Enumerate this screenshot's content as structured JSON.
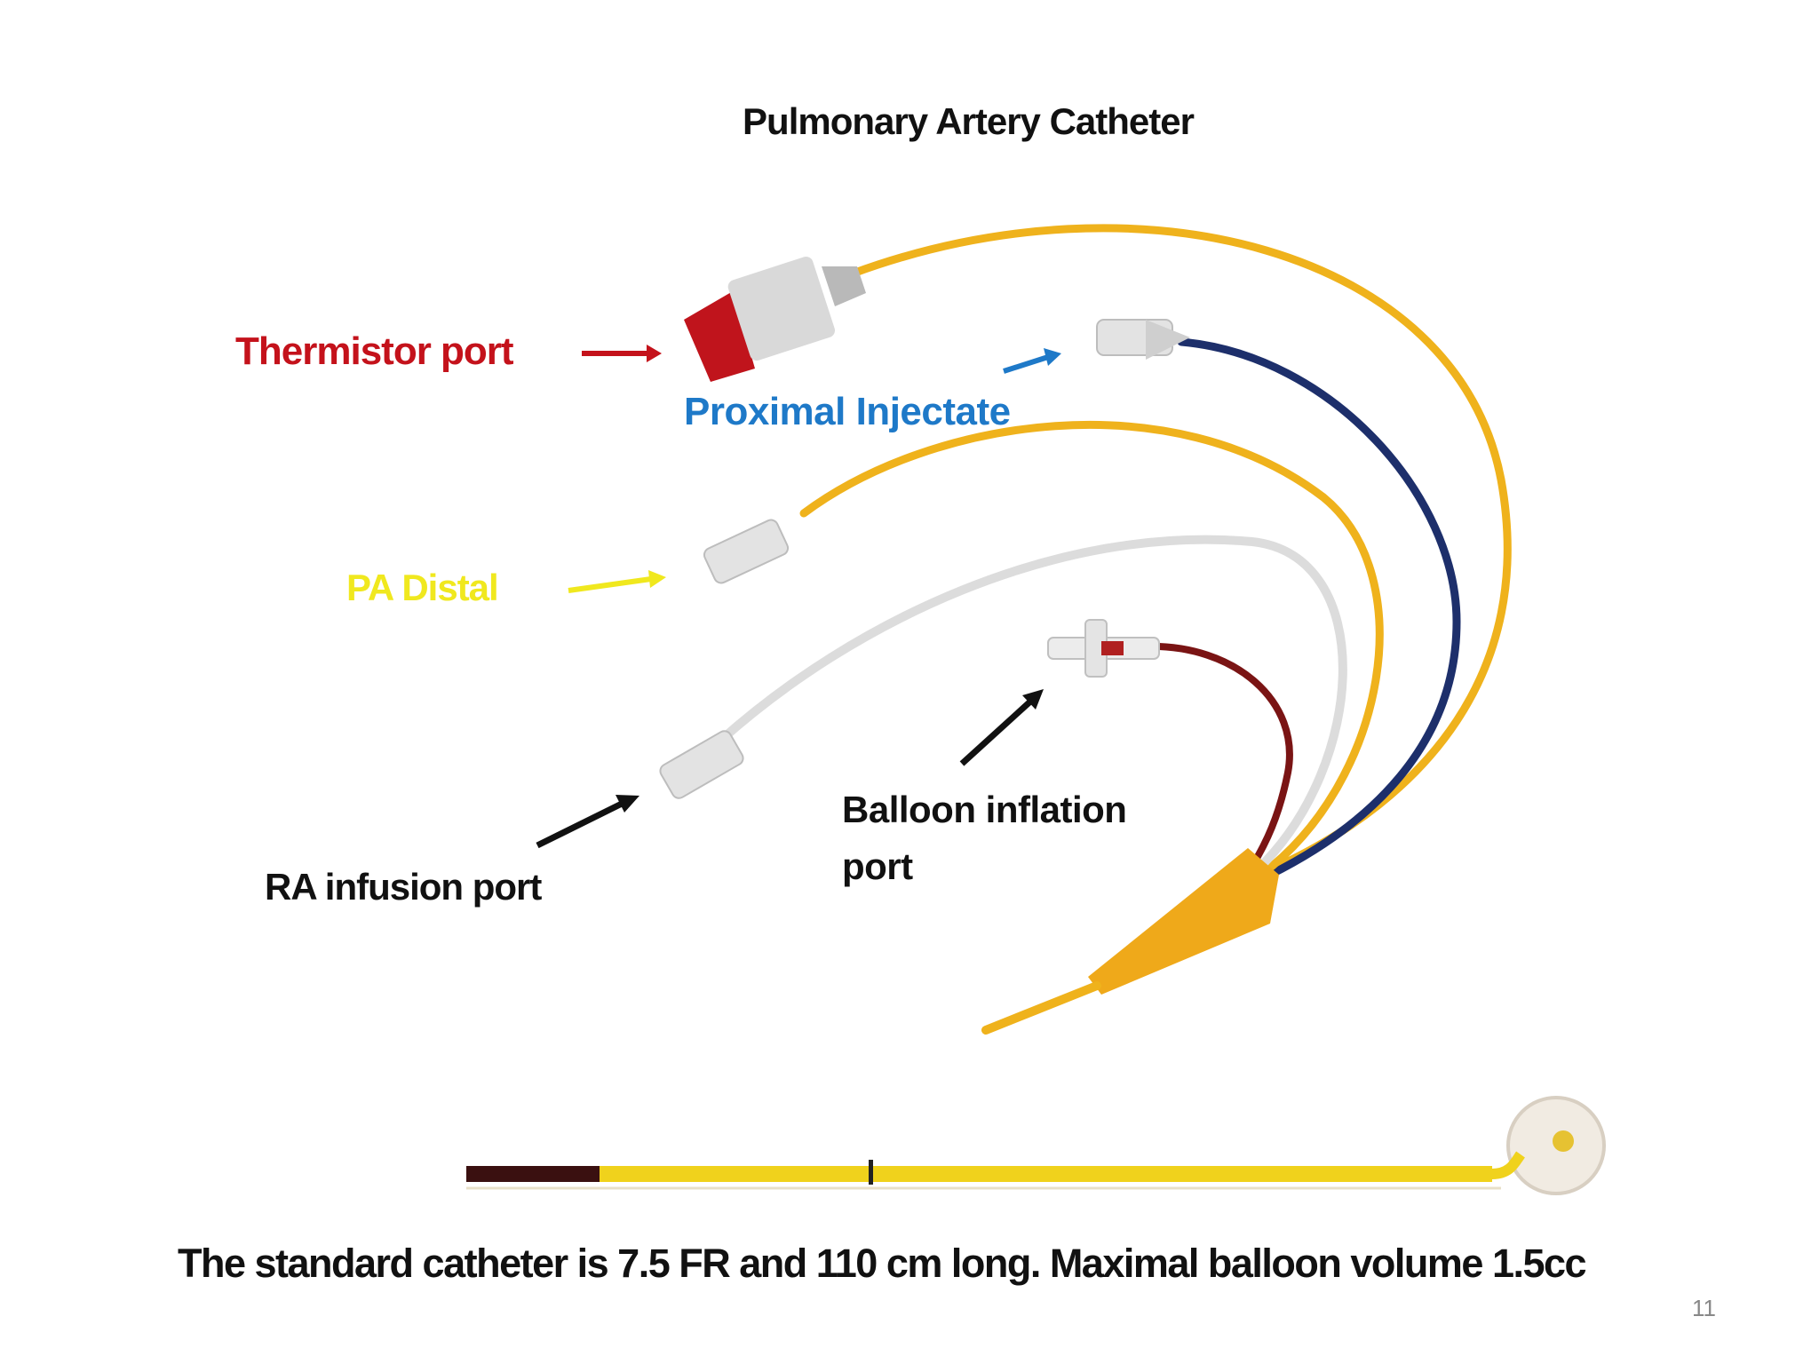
{
  "title": "Pulmonary Artery Catheter",
  "labels": {
    "thermistor": "Thermistor port",
    "proximal": "Proximal Injectate",
    "pa_distal": "PA Distal",
    "ra_infusion": "RA infusion port",
    "balloon_line1": "Balloon inflation",
    "balloon_line2": "port"
  },
  "caption": "The standard catheter is 7.5 FR and 110 cm long.  Maximal balloon volume 1.5cc",
  "page_number": "11",
  "colors": {
    "thermistor": "#c4121b",
    "proximal": "#1e79c8",
    "pa_distal": "#f0e81e",
    "catheter_yellow": "#efb21c",
    "lumen_blue": "#1d2f6b",
    "lumen_red": "#7a1414",
    "lumen_white": "#e6e6e6"
  }
}
